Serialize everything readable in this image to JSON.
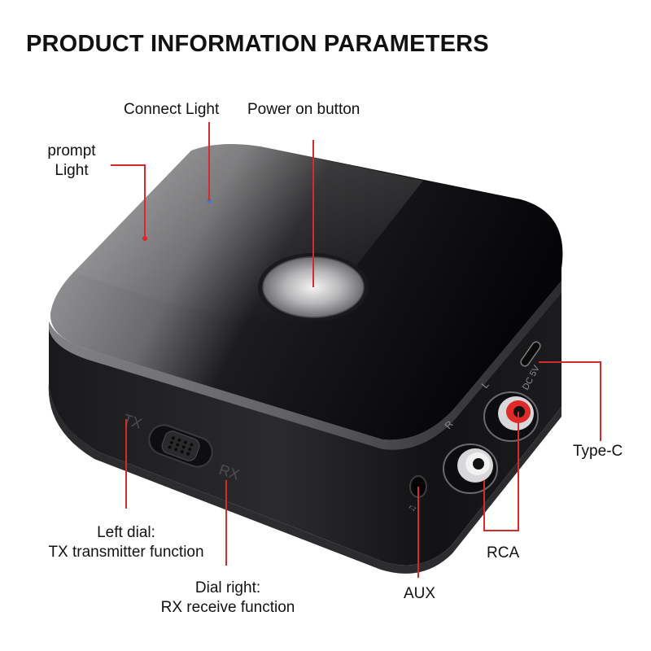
{
  "title": "PRODUCT INFORMATION PARAMETERS",
  "labels": {
    "connect_light": "Connect Light",
    "power_on_button": "Power on button",
    "prompt_light_line1": "prompt",
    "prompt_light_line2": "Light",
    "left_dial_line1": "Left dial:",
    "left_dial_line2": "TX transmitter function",
    "right_dial_line1": "Dial right:",
    "right_dial_line2": "RX receive function",
    "aux": "AUX",
    "rca": "RCA",
    "type_c": "Type-C"
  },
  "device_markings": {
    "tx": "TX",
    "rx": "RX",
    "r": "R",
    "l": "L",
    "dc": "DC 5V"
  },
  "colors": {
    "leader_line": "#d42b2b",
    "prompt_led": "#e0242a",
    "connect_led": "#2a7be8",
    "rca_left_ring": "#e02a2a",
    "body_gloss": "#0b0b0d"
  }
}
